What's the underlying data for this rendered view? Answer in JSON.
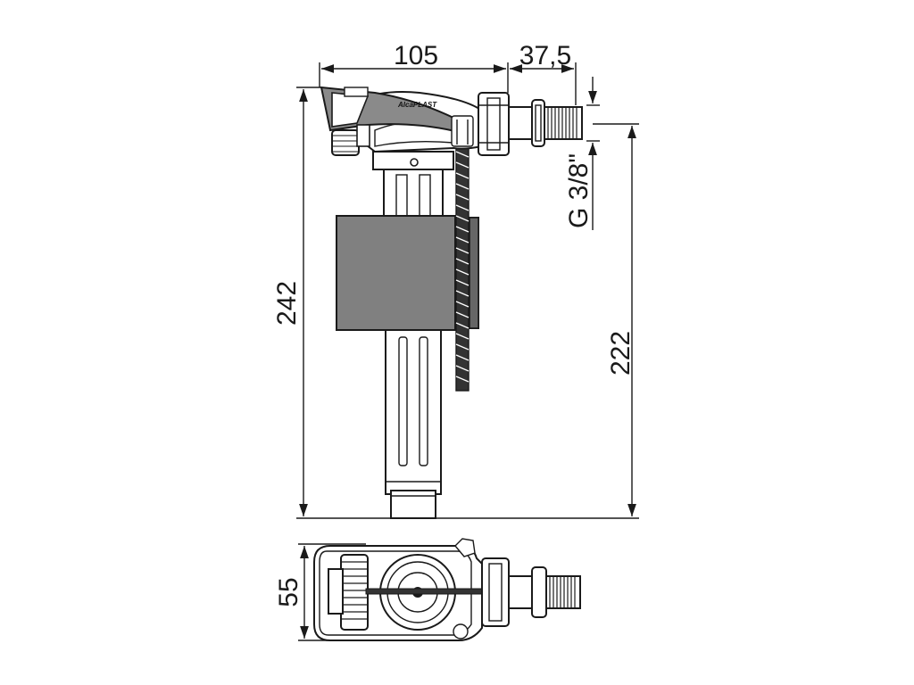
{
  "dimensions": {
    "width_body": "105",
    "width_thread": "37,5",
    "height_total": "242",
    "height_inlet": "222",
    "thread_size": "G 3/8\"",
    "depth_bottom": "55"
  },
  "logo": {
    "brand": "AlcaPLAST"
  },
  "colors": {
    "float": "#808080",
    "lines": "#1a1a1a",
    "dark_parts": "#333333",
    "background": "#ffffff"
  }
}
